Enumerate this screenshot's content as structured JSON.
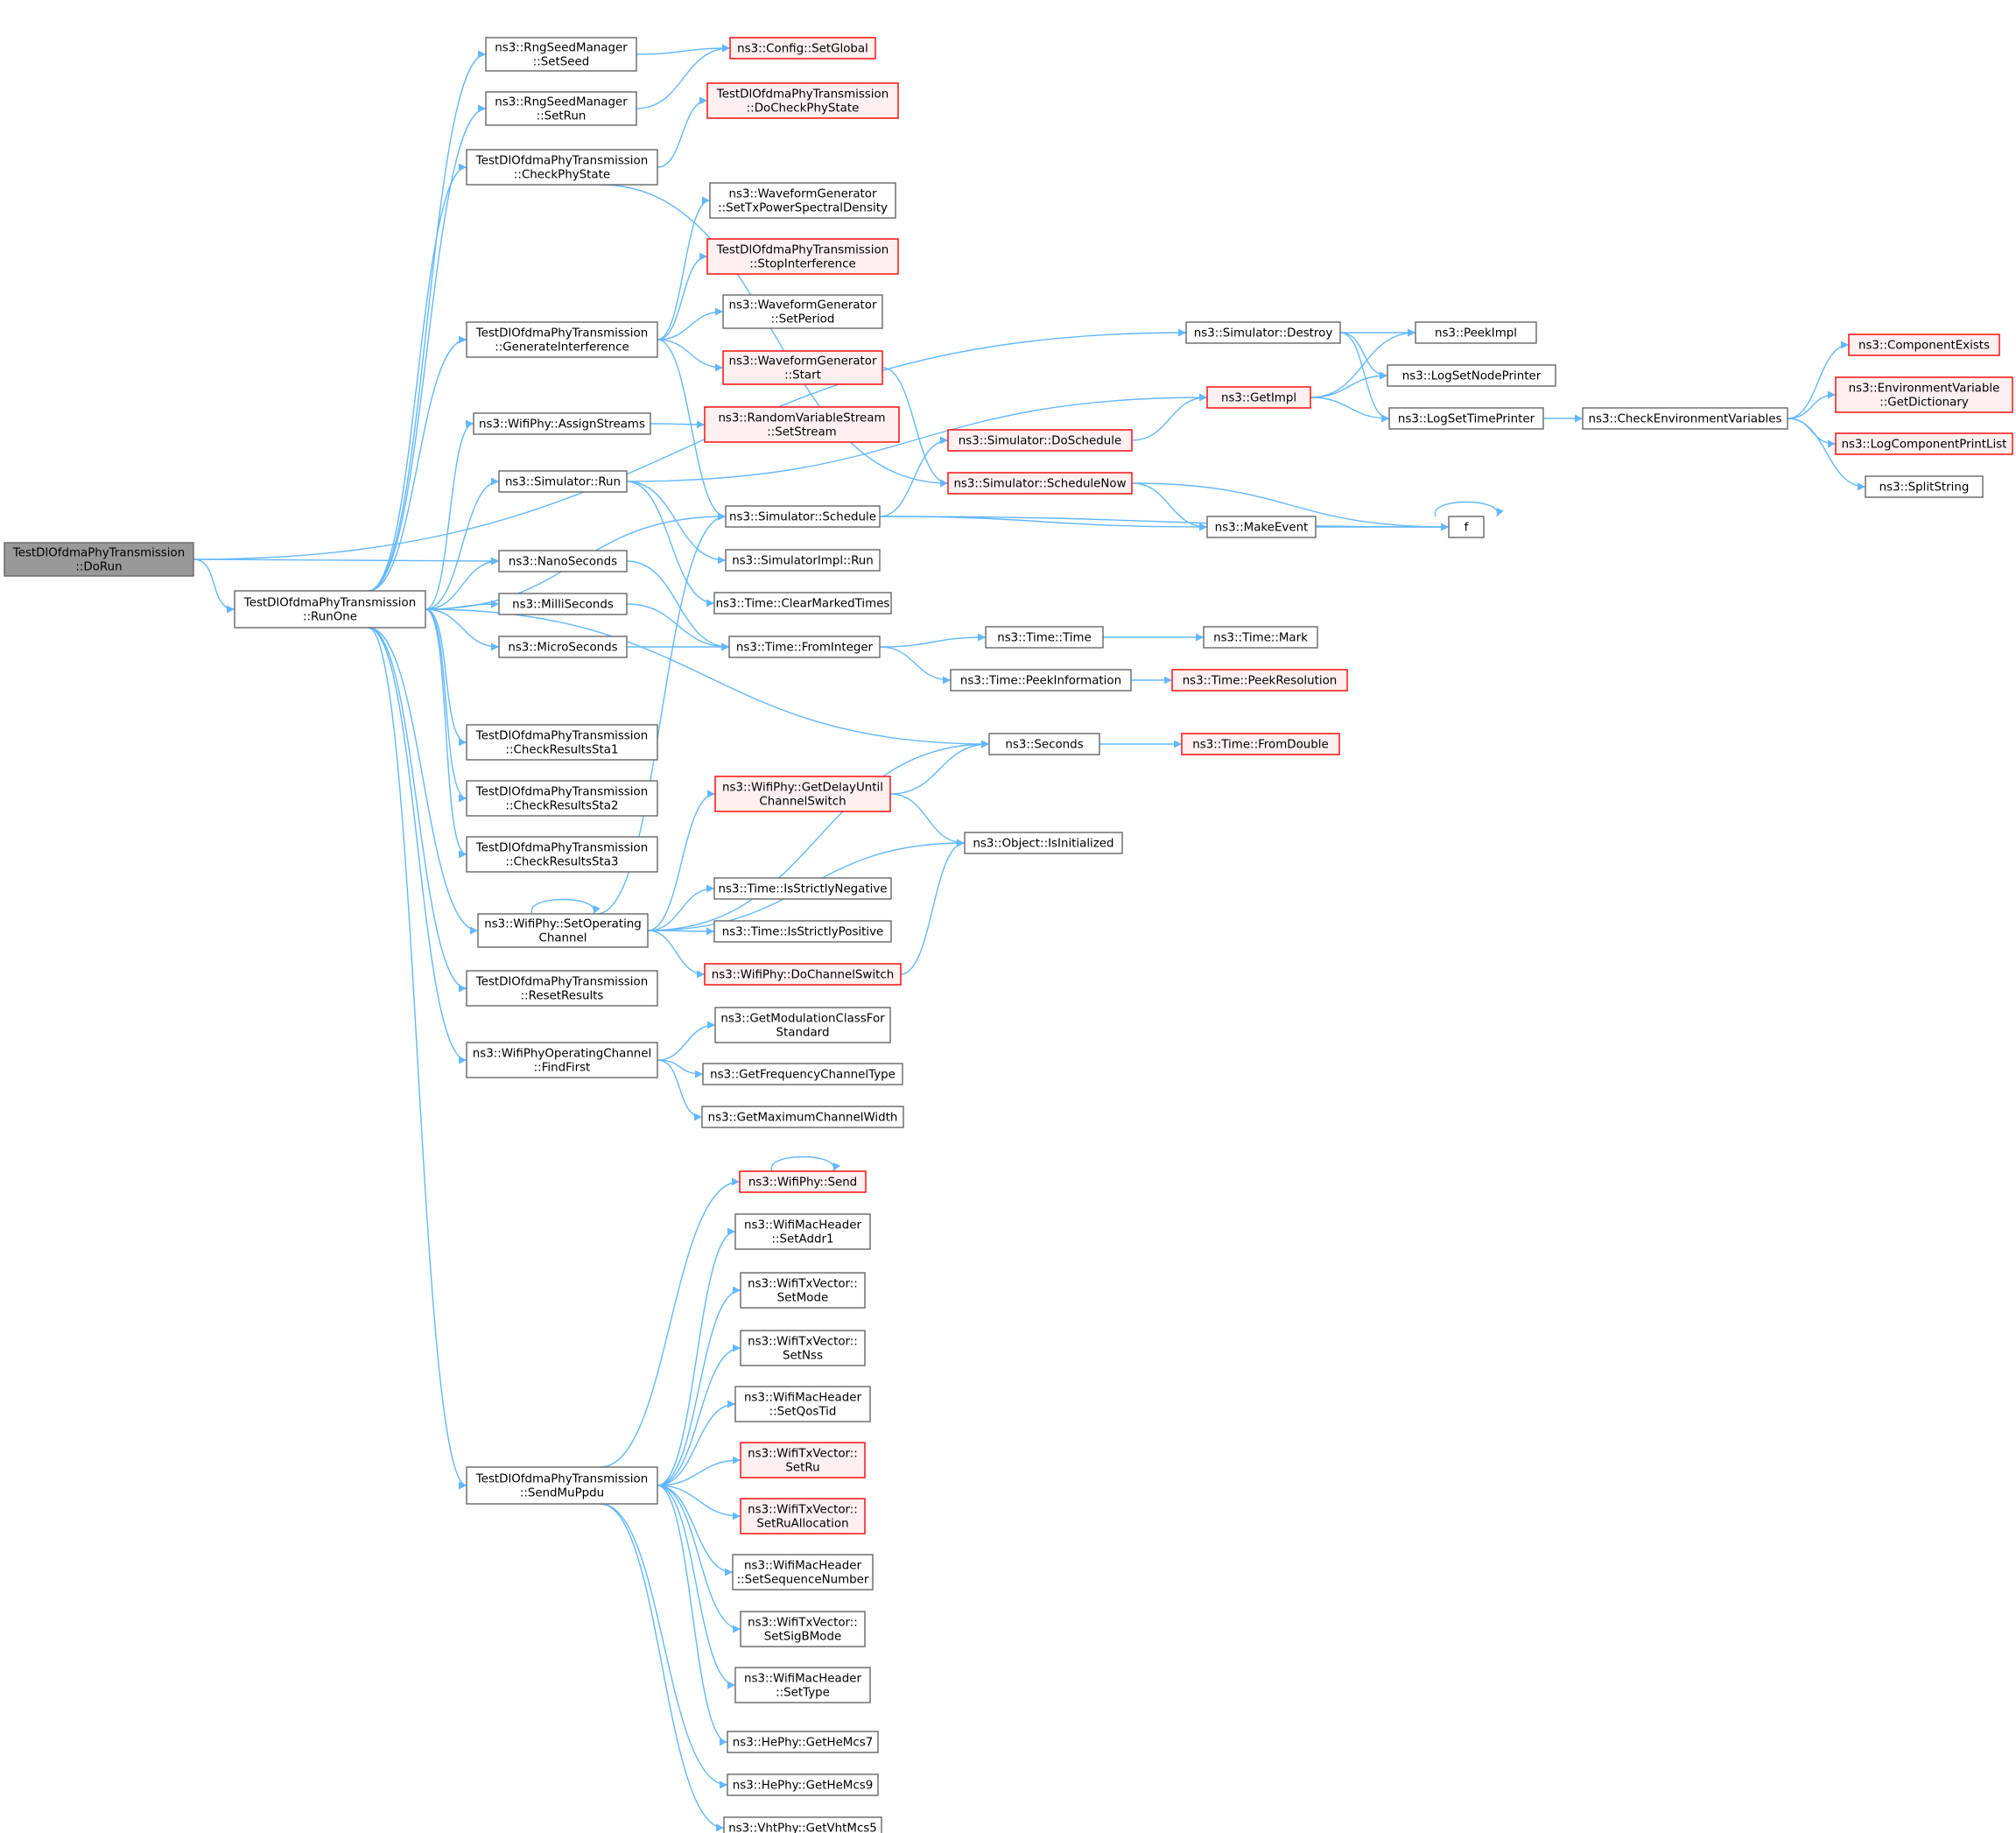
{
  "colors": {
    "edge": "#63b8ff",
    "normal_border": "#666666",
    "normal_fill": "#ffffff",
    "red_border": "#ff0000",
    "red_fill": "#fff0f0",
    "root_border": "#666666",
    "root_fill": "#999999"
  },
  "nodes": [
    {
      "id": "dorun",
      "lines": [
        "TestDlOfdmaPhyTransmission",
        "::DoRun"
      ],
      "style": "root"
    },
    {
      "id": "runone",
      "lines": [
        "TestDlOfdmaPhyTransmission",
        "::RunOne"
      ],
      "style": "normal"
    },
    {
      "id": "setseed",
      "lines": [
        "ns3::RngSeedManager",
        "::SetSeed"
      ],
      "style": "normal"
    },
    {
      "id": "setrun",
      "lines": [
        "ns3::RngSeedManager",
        "::SetRun"
      ],
      "style": "normal"
    },
    {
      "id": "checkphystate",
      "lines": [
        "TestDlOfdmaPhyTransmission",
        "::CheckPhyState"
      ],
      "style": "normal"
    },
    {
      "id": "geninterf",
      "lines": [
        "TestDlOfdmaPhyTransmission",
        "::GenerateInterference"
      ],
      "style": "normal"
    },
    {
      "id": "assignstreams",
      "lines": [
        "ns3::WifiPhy::AssignStreams"
      ],
      "style": "normal"
    },
    {
      "id": "simrun",
      "lines": [
        "ns3::Simulator::Run"
      ],
      "style": "normal"
    },
    {
      "id": "nanoseconds",
      "lines": [
        "ns3::NanoSeconds"
      ],
      "style": "normal"
    },
    {
      "id": "milliseconds",
      "lines": [
        "ns3::MilliSeconds"
      ],
      "style": "normal"
    },
    {
      "id": "microseconds",
      "lines": [
        "ns3::MicroSeconds"
      ],
      "style": "normal"
    },
    {
      "id": "checksta1",
      "lines": [
        "TestDlOfdmaPhyTransmission",
        "::CheckResultsSta1"
      ],
      "style": "normal"
    },
    {
      "id": "checksta2",
      "lines": [
        "TestDlOfdmaPhyTransmission",
        "::CheckResultsSta2"
      ],
      "style": "normal"
    },
    {
      "id": "checksta3",
      "lines": [
        "TestDlOfdmaPhyTransmission",
        "::CheckResultsSta3"
      ],
      "style": "normal"
    },
    {
      "id": "setopchan",
      "lines": [
        "ns3::WifiPhy::SetOperating",
        "Channel"
      ],
      "style": "normal"
    },
    {
      "id": "resetresults",
      "lines": [
        "TestDlOfdmaPhyTransmission",
        "::ResetResults"
      ],
      "style": "normal"
    },
    {
      "id": "findfirst",
      "lines": [
        "ns3::WifiPhyOperatingChannel",
        "::FindFirst"
      ],
      "style": "normal"
    },
    {
      "id": "sendmuppdu",
      "lines": [
        "TestDlOfdmaPhyTransmission",
        "::SendMuPpdu"
      ],
      "style": "normal"
    },
    {
      "id": "setglobal",
      "lines": [
        "ns3::Config::SetGlobal"
      ],
      "style": "red"
    },
    {
      "id": "docheckphystate",
      "lines": [
        "TestDlOfdmaPhyTransmission",
        "::DoCheckPhyState"
      ],
      "style": "red"
    },
    {
      "id": "settxpsd",
      "lines": [
        "ns3::WaveformGenerator",
        "::SetTxPowerSpectralDensity"
      ],
      "style": "normal"
    },
    {
      "id": "stopinterf",
      "lines": [
        "TestDlOfdmaPhyTransmission",
        "::StopInterference"
      ],
      "style": "red"
    },
    {
      "id": "setperiod",
      "lines": [
        "ns3::WaveformGenerator",
        "::SetPeriod"
      ],
      "style": "normal"
    },
    {
      "id": "wfstart",
      "lines": [
        "ns3::WaveformGenerator",
        "::Start"
      ],
      "style": "red"
    },
    {
      "id": "setstream",
      "lines": [
        "ns3::RandomVariableStream",
        "::SetStream"
      ],
      "style": "red"
    },
    {
      "id": "schedule",
      "lines": [
        "ns3::Simulator::Schedule"
      ],
      "style": "normal"
    },
    {
      "id": "simimplrun",
      "lines": [
        "ns3::SimulatorImpl::Run"
      ],
      "style": "normal"
    },
    {
      "id": "clearmarked",
      "lines": [
        "ns3::Time::ClearMarkedTimes"
      ],
      "style": "normal"
    },
    {
      "id": "frominteger",
      "lines": [
        "ns3::Time::FromInteger"
      ],
      "style": "normal"
    },
    {
      "id": "getdelay",
      "lines": [
        "ns3::WifiPhy::GetDelayUntil",
        "ChannelSwitch"
      ],
      "style": "red"
    },
    {
      "id": "isstrictneg",
      "lines": [
        "ns3::Time::IsStrictlyNegative"
      ],
      "style": "normal"
    },
    {
      "id": "isstrictpos",
      "lines": [
        "ns3::Time::IsStrictlyPositive"
      ],
      "style": "normal"
    },
    {
      "id": "dochanswitch",
      "lines": [
        "ns3::WifiPhy::DoChannelSwitch"
      ],
      "style": "red"
    },
    {
      "id": "getmodclass",
      "lines": [
        "ns3::GetModulationClassFor",
        "Standard"
      ],
      "style": "normal"
    },
    {
      "id": "getfreqchan",
      "lines": [
        "ns3::GetFrequencyChannelType"
      ],
      "style": "normal"
    },
    {
      "id": "getmaxchan",
      "lines": [
        "ns3::GetMaximumChannelWidth"
      ],
      "style": "normal"
    },
    {
      "id": "wifiphysend",
      "lines": [
        "ns3::WifiPhy::Send"
      ],
      "style": "red"
    },
    {
      "id": "setaddr1",
      "lines": [
        "ns3::WifiMacHeader",
        "::SetAddr1"
      ],
      "style": "normal"
    },
    {
      "id": "setmode",
      "lines": [
        "ns3::WifiTxVector::",
        "SetMode"
      ],
      "style": "normal"
    },
    {
      "id": "setnss",
      "lines": [
        "ns3::WifiTxVector::",
        "SetNss"
      ],
      "style": "normal"
    },
    {
      "id": "setqostid",
      "lines": [
        "ns3::WifiMacHeader",
        "::SetQosTid"
      ],
      "style": "normal"
    },
    {
      "id": "setru",
      "lines": [
        "ns3::WifiTxVector::",
        "SetRu"
      ],
      "style": "red"
    },
    {
      "id": "setrualloc",
      "lines": [
        "ns3::WifiTxVector::",
        "SetRuAllocation"
      ],
      "style": "red"
    },
    {
      "id": "setseqnum",
      "lines": [
        "ns3::WifiMacHeader",
        "::SetSequenceNumber"
      ],
      "style": "normal"
    },
    {
      "id": "setsigbmode",
      "lines": [
        "ns3::WifiTxVector::",
        "SetSigBMode"
      ],
      "style": "normal"
    },
    {
      "id": "settype",
      "lines": [
        "ns3::WifiMacHeader",
        "::SetType"
      ],
      "style": "normal"
    },
    {
      "id": "gethemcs7",
      "lines": [
        "ns3::HePhy::GetHeMcs7"
      ],
      "style": "normal"
    },
    {
      "id": "gethemcs9",
      "lines": [
        "ns3::HePhy::GetHeMcs9"
      ],
      "style": "normal"
    },
    {
      "id": "getvhtmcs5",
      "lines": [
        "ns3::VhtPhy::GetVhtMcs5"
      ],
      "style": "normal"
    },
    {
      "id": "simdestroy",
      "lines": [
        "ns3::Simulator::Destroy"
      ],
      "style": "normal"
    },
    {
      "id": "getimpl",
      "lines": [
        "ns3::GetImpl"
      ],
      "style": "red"
    },
    {
      "id": "doschedule",
      "lines": [
        "ns3::Simulator::DoSchedule"
      ],
      "style": "red"
    },
    {
      "id": "schedulenow",
      "lines": [
        "ns3::Simulator::ScheduleNow"
      ],
      "style": "red"
    },
    {
      "id": "makeevent",
      "lines": [
        "ns3::MakeEvent"
      ],
      "style": "normal"
    },
    {
      "id": "f",
      "lines": [
        "f"
      ],
      "style": "normal"
    },
    {
      "id": "timetime",
      "lines": [
        "ns3::Time::Time"
      ],
      "style": "normal"
    },
    {
      "id": "timemark",
      "lines": [
        "ns3::Time::Mark"
      ],
      "style": "normal"
    },
    {
      "id": "peekinfo",
      "lines": [
        "ns3::Time::PeekInformation"
      ],
      "style": "normal"
    },
    {
      "id": "peekres",
      "lines": [
        "ns3::Time::PeekResolution"
      ],
      "style": "red"
    },
    {
      "id": "seconds",
      "lines": [
        "ns3::Seconds"
      ],
      "style": "normal"
    },
    {
      "id": "fromdouble",
      "lines": [
        "ns3::Time::FromDouble"
      ],
      "style": "red"
    },
    {
      "id": "isinit",
      "lines": [
        "ns3::Object::IsInitialized"
      ],
      "style": "normal"
    },
    {
      "id": "peekimpl",
      "lines": [
        "ns3::PeekImpl"
      ],
      "style": "normal"
    },
    {
      "id": "logsetnode",
      "lines": [
        "ns3::LogSetNodePrinter"
      ],
      "style": "normal"
    },
    {
      "id": "logsettime",
      "lines": [
        "ns3::LogSetTimePrinter"
      ],
      "style": "normal"
    },
    {
      "id": "checkenv",
      "lines": [
        "ns3::CheckEnvironmentVariables"
      ],
      "style": "normal"
    },
    {
      "id": "compexists",
      "lines": [
        "ns3::ComponentExists"
      ],
      "style": "red"
    },
    {
      "id": "envdict",
      "lines": [
        "ns3::EnvironmentVariable",
        "::GetDictionary"
      ],
      "style": "red"
    },
    {
      "id": "logcomplist",
      "lines": [
        "ns3::LogComponentPrintList"
      ],
      "style": "red"
    },
    {
      "id": "splitstring",
      "lines": [
        "ns3::SplitString"
      ],
      "style": "normal"
    }
  ],
  "edges": [
    [
      "dorun",
      "runone"
    ],
    [
      "dorun",
      "nanoseconds"
    ],
    [
      "dorun",
      "simdestroy"
    ],
    [
      "runone",
      "setseed"
    ],
    [
      "runone",
      "setrun"
    ],
    [
      "runone",
      "checkphystate"
    ],
    [
      "runone",
      "geninterf"
    ],
    [
      "runone",
      "assignstreams"
    ],
    [
      "runone",
      "simrun"
    ],
    [
      "runone",
      "nanoseconds"
    ],
    [
      "runone",
      "milliseconds"
    ],
    [
      "runone",
      "microseconds"
    ],
    [
      "runone",
      "checksta1"
    ],
    [
      "runone",
      "checksta2"
    ],
    [
      "runone",
      "checksta3"
    ],
    [
      "runone",
      "setopchan"
    ],
    [
      "runone",
      "resetresults"
    ],
    [
      "runone",
      "findfirst"
    ],
    [
      "runone",
      "sendmuppdu"
    ],
    [
      "runone",
      "schedule"
    ],
    [
      "runone",
      "seconds"
    ],
    [
      "setseed",
      "setglobal"
    ],
    [
      "setrun",
      "setglobal"
    ],
    [
      "checkphystate",
      "docheckphystate"
    ],
    [
      "checkphystate",
      "schedulenow"
    ],
    [
      "geninterf",
      "settxpsd"
    ],
    [
      "geninterf",
      "stopinterf"
    ],
    [
      "geninterf",
      "setperiod"
    ],
    [
      "geninterf",
      "wfstart"
    ],
    [
      "geninterf",
      "schedule"
    ],
    [
      "wfstart",
      "schedulenow"
    ],
    [
      "assignstreams",
      "setstream"
    ],
    [
      "simrun",
      "getimpl"
    ],
    [
      "simrun",
      "simimplrun"
    ],
    [
      "simrun",
      "clearmarked"
    ],
    [
      "nanoseconds",
      "frominteger"
    ],
    [
      "milliseconds",
      "frominteger"
    ],
    [
      "microseconds",
      "frominteger"
    ],
    [
      "setopchan",
      "setopchan"
    ],
    [
      "setopchan",
      "schedule"
    ],
    [
      "setopchan",
      "getdelay"
    ],
    [
      "setopchan",
      "seconds"
    ],
    [
      "setopchan",
      "isinit"
    ],
    [
      "setopchan",
      "isstrictneg"
    ],
    [
      "setopchan",
      "isstrictpos"
    ],
    [
      "setopchan",
      "dochanswitch"
    ],
    [
      "findfirst",
      "getmodclass"
    ],
    [
      "findfirst",
      "getfreqchan"
    ],
    [
      "findfirst",
      "getmaxchan"
    ],
    [
      "sendmuppdu",
      "wifiphysend"
    ],
    [
      "sendmuppdu",
      "setaddr1"
    ],
    [
      "sendmuppdu",
      "setmode"
    ],
    [
      "sendmuppdu",
      "setnss"
    ],
    [
      "sendmuppdu",
      "setqostid"
    ],
    [
      "sendmuppdu",
      "setru"
    ],
    [
      "sendmuppdu",
      "setrualloc"
    ],
    [
      "sendmuppdu",
      "setseqnum"
    ],
    [
      "sendmuppdu",
      "setsigbmode"
    ],
    [
      "sendmuppdu",
      "settype"
    ],
    [
      "sendmuppdu",
      "gethemcs7"
    ],
    [
      "sendmuppdu",
      "gethemcs9"
    ],
    [
      "sendmuppdu",
      "getvhtmcs5"
    ],
    [
      "wifiphysend",
      "wifiphysend"
    ],
    [
      "schedule",
      "doschedule"
    ],
    [
      "schedule",
      "makeevent"
    ],
    [
      "schedule",
      "f"
    ],
    [
      "doschedule",
      "getimpl"
    ],
    [
      "schedulenow",
      "makeevent"
    ],
    [
      "schedulenow",
      "f"
    ],
    [
      "makeevent",
      "f"
    ],
    [
      "f",
      "f"
    ],
    [
      "frominteger",
      "timetime"
    ],
    [
      "frominteger",
      "peekinfo"
    ],
    [
      "timetime",
      "timemark"
    ],
    [
      "peekinfo",
      "peekres"
    ],
    [
      "getdelay",
      "seconds"
    ],
    [
      "getdelay",
      "isinit"
    ],
    [
      "dochanswitch",
      "isinit"
    ],
    [
      "seconds",
      "fromdouble"
    ],
    [
      "simdestroy",
      "peekimpl"
    ],
    [
      "simdestroy",
      "logsetnode"
    ],
    [
      "simdestroy",
      "logsettime"
    ],
    [
      "getimpl",
      "peekimpl"
    ],
    [
      "getimpl",
      "logsetnode"
    ],
    [
      "getimpl",
      "logsettime"
    ],
    [
      "logsettime",
      "checkenv"
    ],
    [
      "checkenv",
      "compexists"
    ],
    [
      "checkenv",
      "envdict"
    ],
    [
      "checkenv",
      "logcomplist"
    ],
    [
      "checkenv",
      "splitstring"
    ]
  ]
}
